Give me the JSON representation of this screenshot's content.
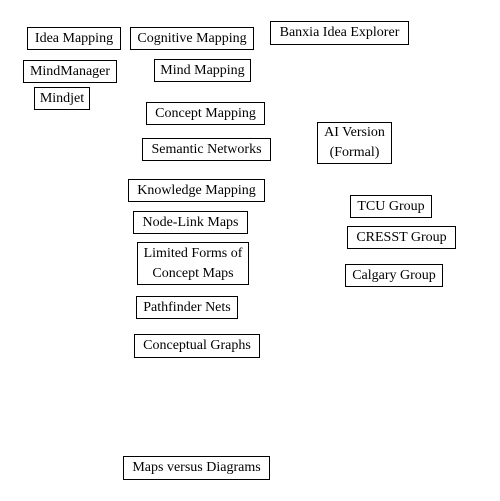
{
  "diagram": {
    "nodes": {
      "idea_mapping": "Idea Mapping",
      "mindmanager": "MindManager",
      "mindjet": "Mindjet",
      "cognitive_mapping": "Cognitive Mapping",
      "mind_mapping": "Mind Mapping",
      "banxia_idea_explorer": "Banxia Idea Explorer",
      "concept_mapping": "Concept Mapping",
      "semantic_networks": "Semantic Networks",
      "ai_version_line1": "AI Version",
      "ai_version_line2": "(Formal)",
      "knowledge_mapping": "Knowledge Mapping",
      "node_link_maps": "Node-Link Maps",
      "tcu_group": "TCU Group",
      "cresst_group": "CRESST Group",
      "limited_forms_line1": "Limited Forms of",
      "limited_forms_line2": "Concept Maps",
      "calgary_group": "Calgary Group",
      "pathfinder_nets": "Pathfinder Nets",
      "conceptual_graphs": "Conceptual Graphs",
      "maps_versus_diagrams": "Maps versus Diagrams"
    },
    "colors": {
      "background": "#ffffff",
      "border": "#000000",
      "text": "#000000"
    }
  }
}
